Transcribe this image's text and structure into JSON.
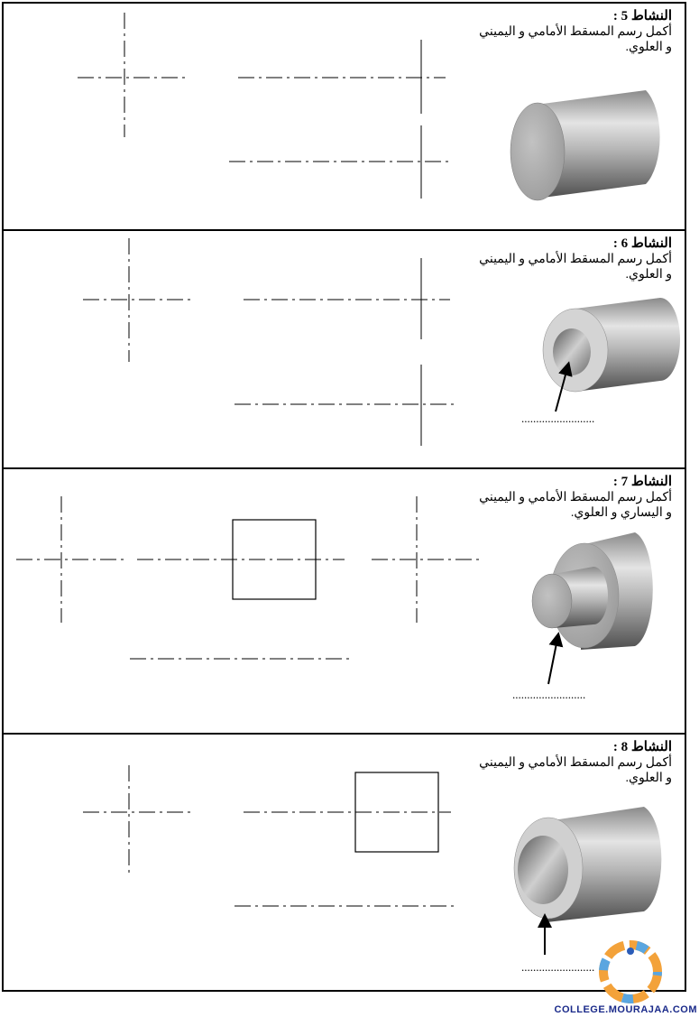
{
  "activities": [
    {
      "title": "النشاط 5 :",
      "line1": "أكمل رسم المسقط الأمامي و اليميني",
      "line2": "و العلوي."
    },
    {
      "title": "النشاط 6 :",
      "line1": "أكمل رسم المسقط الأمامي و اليميني",
      "line2": "و العلوي.",
      "answer_dots": "........................."
    },
    {
      "title": "النشاط 7 :",
      "line1": "أكمل رسم المسقط الأمامي و اليميني",
      "line2": "و اليساري و العلوي.",
      "answer_dots": "........................."
    },
    {
      "title": "النشاط 8 :",
      "line1": "أكمل رسم المسقط الأمامي و اليميني",
      "line2": "و العلوي.",
      "answer_dots": "........................."
    }
  ],
  "footer": {
    "site": "COLLEGE.MOURAJAA.COM"
  },
  "colors": {
    "line": "#000000",
    "footer": "#1a2a8a"
  }
}
